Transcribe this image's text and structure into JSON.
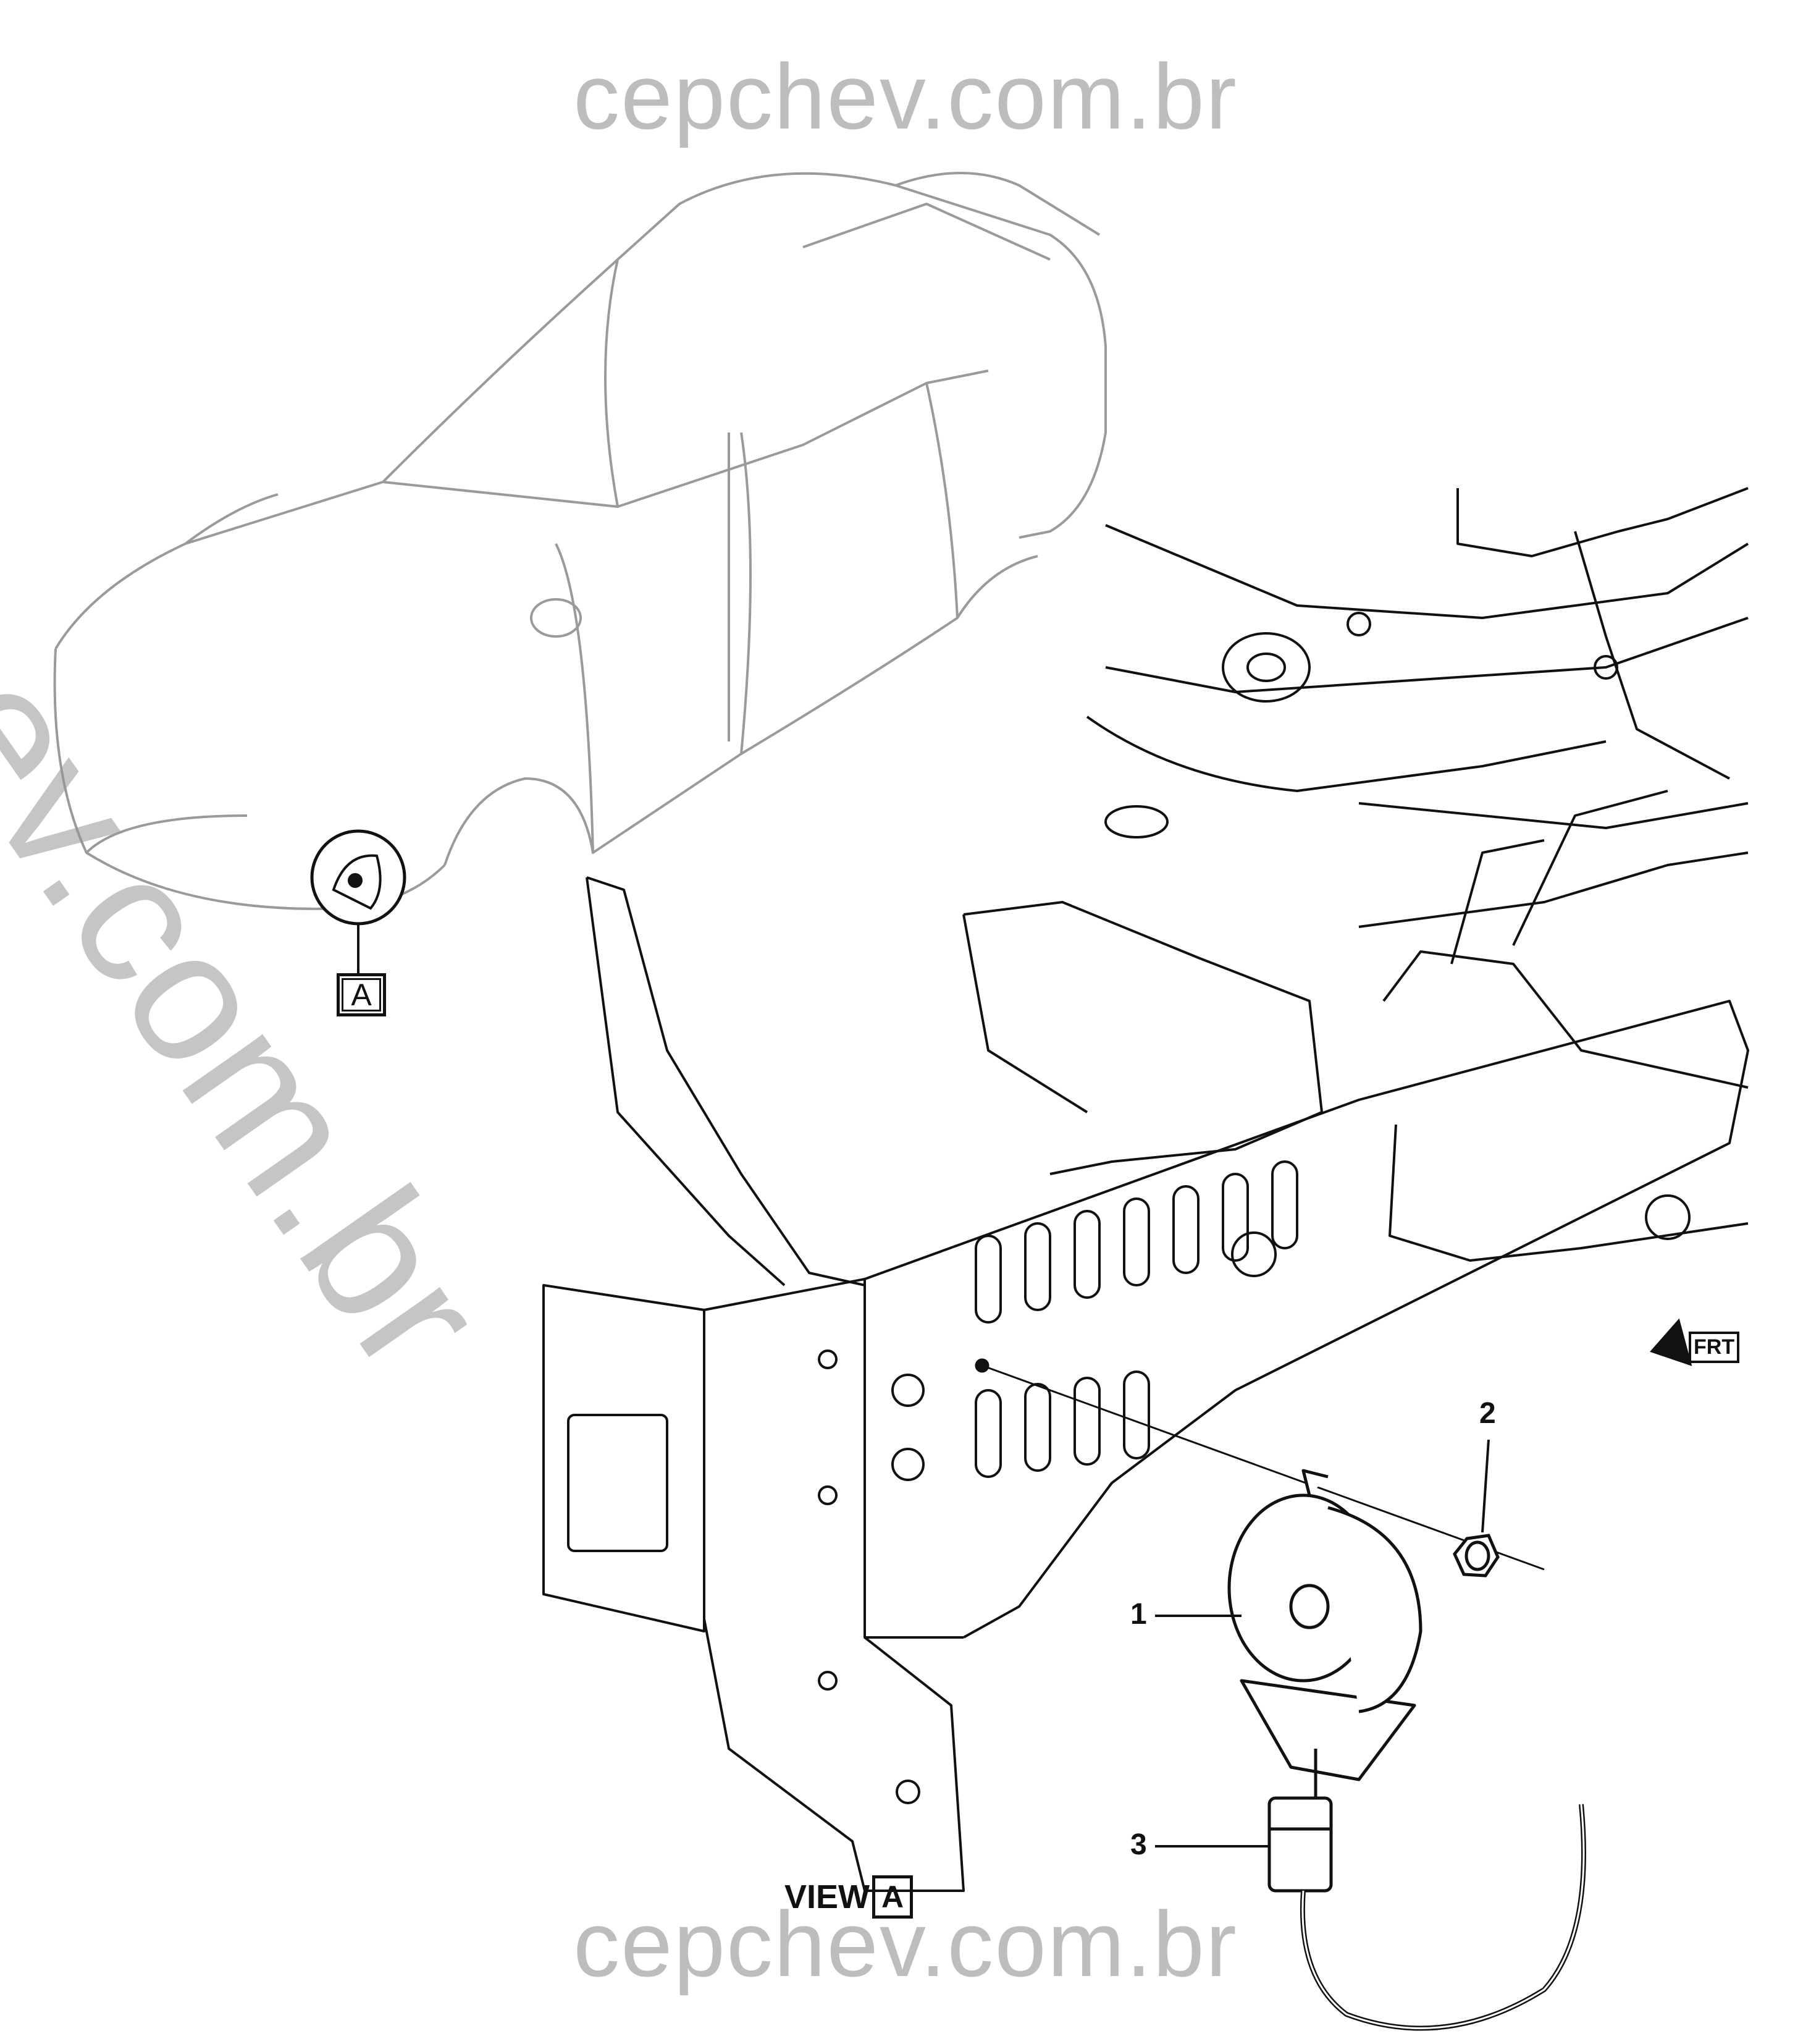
{
  "watermark": {
    "top": "cepchev.com.br",
    "bottom": "cepchev.com.br",
    "diagonal": "cepchev.com.br"
  },
  "callouts": {
    "c1": "1",
    "c2": "2",
    "c3": "3"
  },
  "view": {
    "prefix": "VIEW",
    "letter": "A"
  },
  "detail_marker": "A",
  "direction_indicator": "FRT"
}
